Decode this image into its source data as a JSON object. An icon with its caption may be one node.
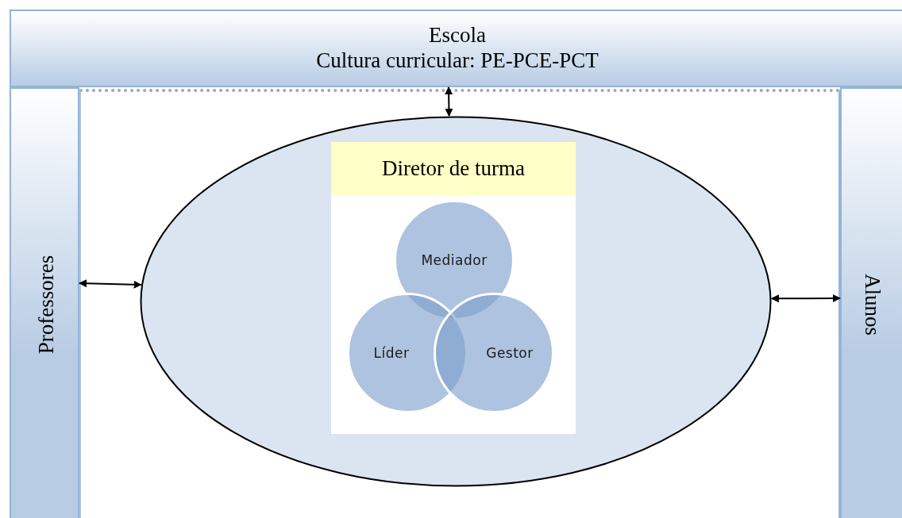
{
  "diagram": {
    "nodes": [
      {
        "text": [
          "Escola",
          "Cultura curricular: PE-PCE-PCT"
        ]
      },
      {
        "text": [
          "Professores"
        ]
      },
      {
        "text": [
          "Alunos"
        ]
      },
      {
        "text": [],
        "shape": "ellipse"
      },
      {
        "text": [
          "Diretor de turma"
        ],
        "in": 3
      },
      {
        "text": [
          "Mediador"
        ],
        "in": 4
      },
      {
        "text": [
          "Líder"
        ],
        "in": 4
      },
      {
        "text": [
          "Gestor"
        ],
        "in": 4
      }
    ],
    "edges": [
      {
        "from": 0,
        "to": 3,
        "arrow": "both"
      },
      {
        "from": 1,
        "to": 3,
        "arrow": "both"
      },
      {
        "from": 3,
        "to": 2,
        "arrow": "both"
      }
    ]
  }
}
